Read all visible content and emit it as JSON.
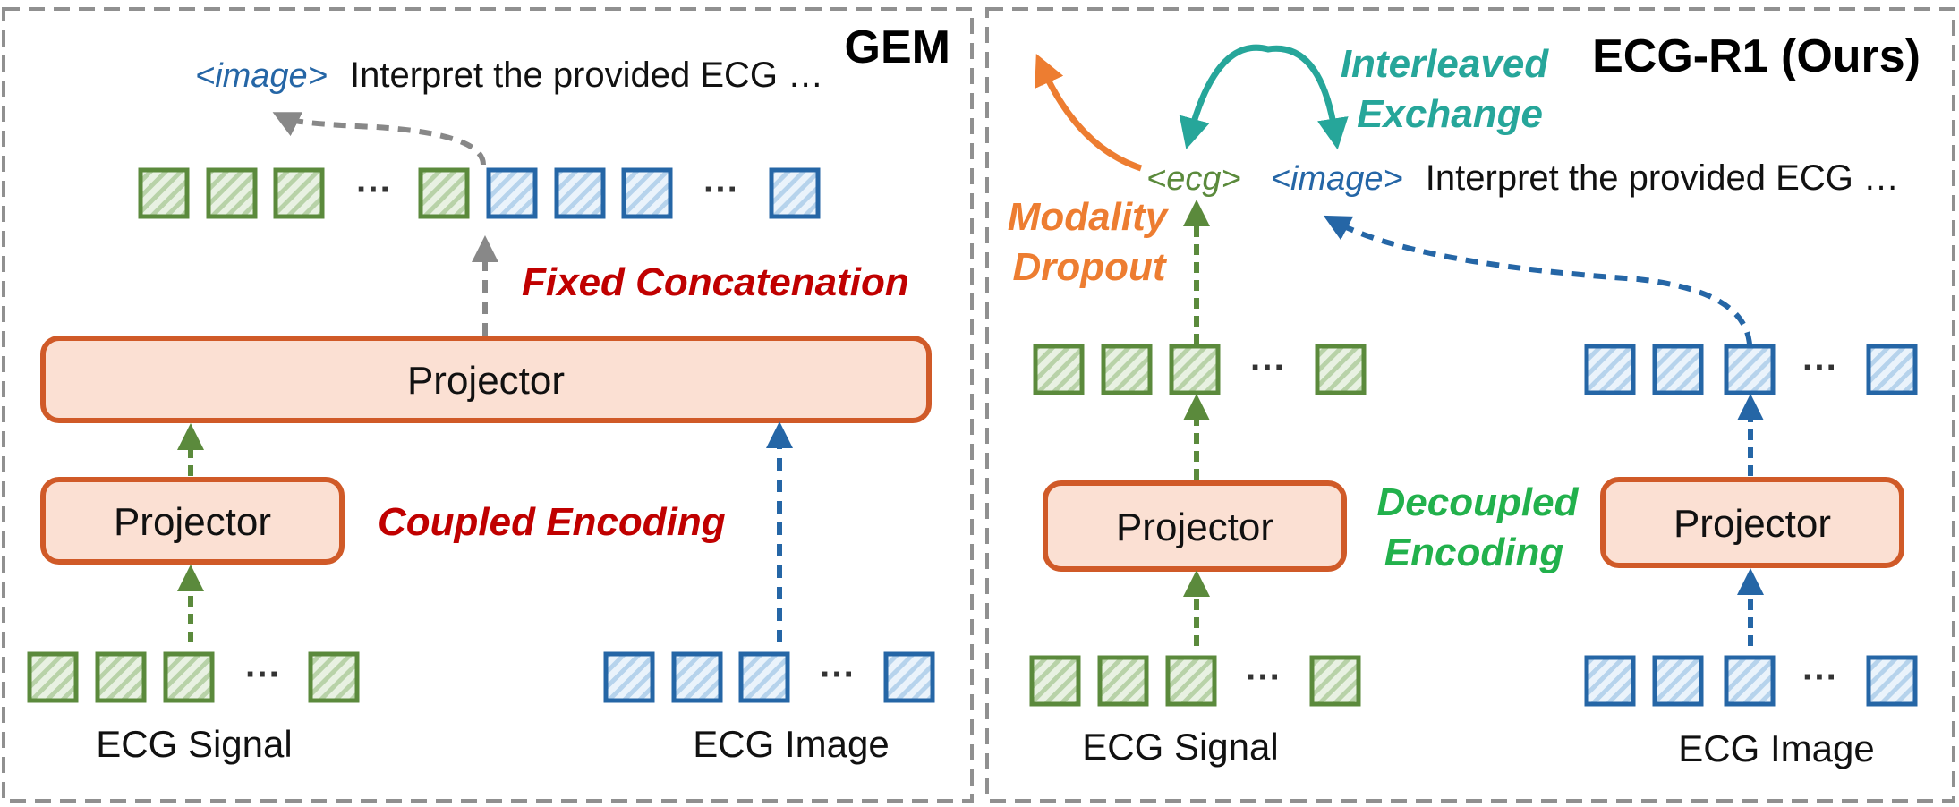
{
  "left_panel": {
    "title": "GEM",
    "prompt_tag": "<image>",
    "prompt_text": "Interpret the provided ECG …",
    "concat_label": "Fixed Concatenation",
    "projector_wide_label": "Projector",
    "projector_small_label": "Projector",
    "coupled_label": "Coupled Encoding",
    "signal_label": "ECG Signal",
    "image_label": "ECG Image",
    "ellipsis": "···"
  },
  "right_panel": {
    "title": "ECG-R1 (Ours)",
    "interleaved_line1": "Interleaved",
    "interleaved_line2": "Exchange",
    "ecg_tag": "<ecg>",
    "image_tag": "<image>",
    "prompt_text": "Interpret the provided ECG …",
    "dropout_line1": "Modality",
    "dropout_line2": "Dropout",
    "decoupled_line1": "Decoupled",
    "decoupled_line2": "Encoding",
    "projector_left_label": "Projector",
    "projector_right_label": "Projector",
    "signal_label": "ECG Signal",
    "image_label": "ECG Image",
    "ellipsis": "···"
  },
  "colors": {
    "ecg_green": "#5b8a3c",
    "image_blue": "#2566a6",
    "red_accent": "#c00000",
    "orange_accent": "#ed7d31",
    "teal_accent": "#26a69a",
    "green_accent": "#22b14c",
    "projector_fill": "#fbe0d3",
    "projector_stroke": "#d05a28",
    "gray_arrow": "#888888",
    "panel_border": "#909090"
  }
}
